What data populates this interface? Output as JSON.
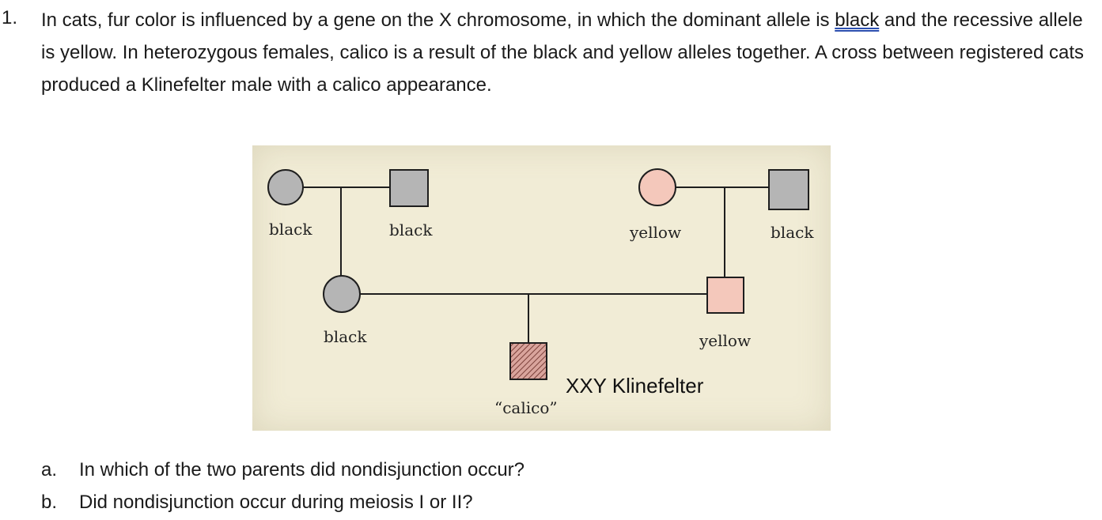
{
  "question": {
    "number": "1.",
    "text_before": "In cats, fur color is influenced by a gene on the X chromosome, in which the dominant allele is ",
    "underlined_word": "black",
    "text_after": " and the recessive allele is yellow. In heterozygous females, calico is a result of the black and yellow alleles together. A cross between registered cats produced a Klinefelter male with a calico appearance."
  },
  "pedigree": {
    "labels": {
      "grandmother_left": "black",
      "grandfather_left": "black",
      "grandmother_right": "yellow",
      "grandfather_right": "black",
      "mother": "black",
      "father": "yellow",
      "offspring": "“calico”"
    },
    "offspring_note": "XXY Klinefelter",
    "colors": {
      "black_fill": "#b5b5b5",
      "yellow_fill": "#f4c8bb",
      "calico_fill": "#c98a82",
      "line": "#1e1e1e"
    }
  },
  "subquestions": [
    {
      "letter": "a.",
      "text": "In which of the two parents did nondisjunction occur?"
    },
    {
      "letter": "b.",
      "text": "Did nondisjunction occur during meiosis I or II?"
    }
  ]
}
